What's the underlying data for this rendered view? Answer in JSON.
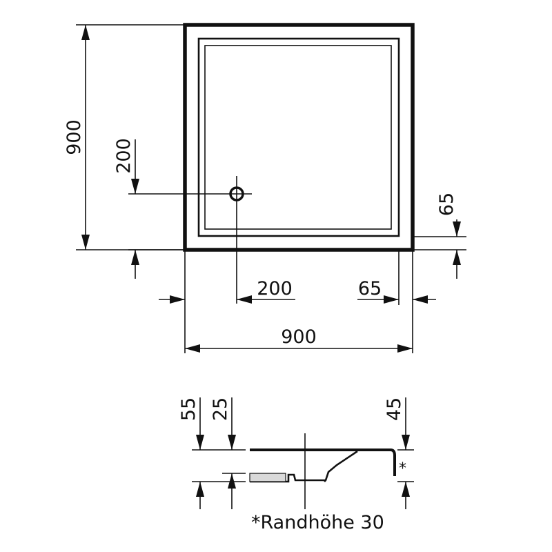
{
  "plan_view": {
    "dim_total_width": "900",
    "dim_total_height": "900",
    "dim_drain_x": "200",
    "dim_drain_y": "200",
    "dim_rim_right": "65",
    "dim_rim_bottom": "65"
  },
  "section_view": {
    "dim_height_left": "55",
    "dim_height_mid": "25",
    "dim_height_right": "45",
    "rim_marker": "*"
  },
  "footnote": "*Randhöhe 30",
  "colors": {
    "line": "#111111",
    "fill_section": "#d9d9d9"
  }
}
